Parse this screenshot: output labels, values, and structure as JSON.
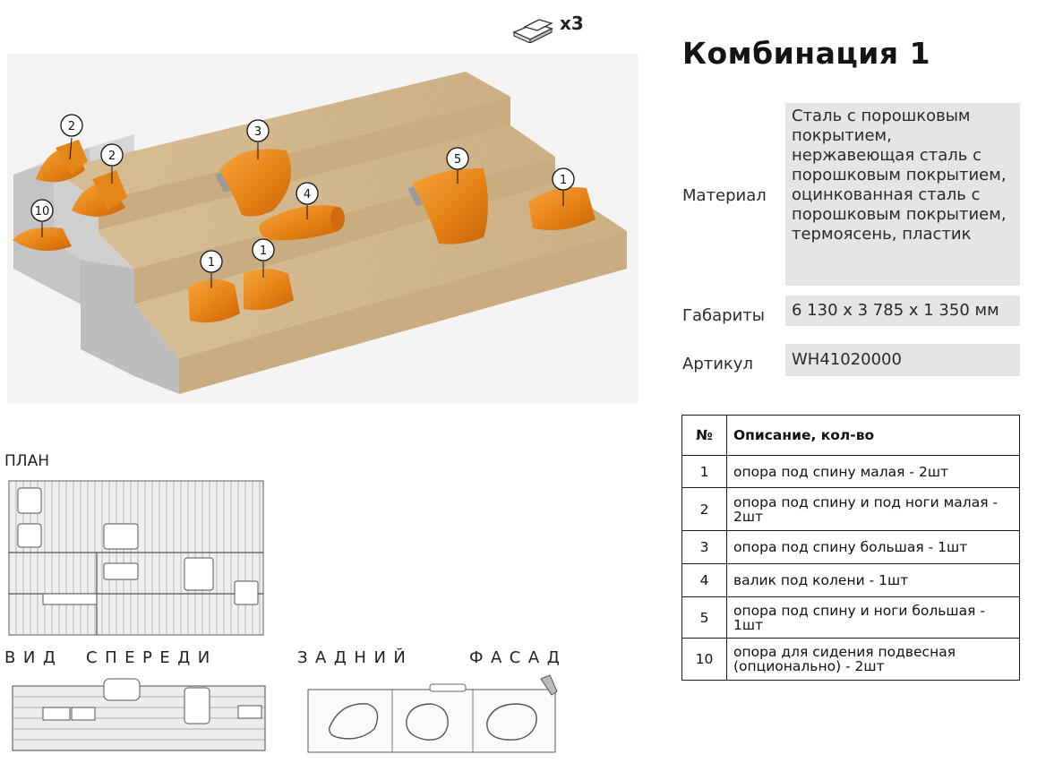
{
  "header": {
    "stair_count": "x3",
    "title": "Комбинация 1"
  },
  "specs": {
    "material_label": "Материал",
    "material_value": "Сталь с порошковым покрытием, нержавеющая сталь с порошковым покрытием, оцинкованная сталь с порошковым покрытием, термоясень, пластик",
    "dimensions_label": "Габариты",
    "dimensions_value": "6 130 х 3 785 х 1 350 мм",
    "article_label": "Артикул",
    "article_value": "WH41020000"
  },
  "callouts": [
    "1",
    "1",
    "1",
    "2",
    "2",
    "3",
    "4",
    "5",
    "10"
  ],
  "parts": {
    "header_num": "№",
    "header_desc": "Описание, кол-во",
    "rows": [
      {
        "num": "1",
        "desc": "опора под спину малая - 2шт"
      },
      {
        "num": "2",
        "desc": "опора под спину и под ноги малая - 2шт"
      },
      {
        "num": "3",
        "desc": "опора под спину большая - 1шт"
      },
      {
        "num": "4",
        "desc": "валик под колени - 1шт"
      },
      {
        "num": "5",
        "desc": "опора под спину и ноги большая - 1шт"
      },
      {
        "num": "10",
        "desc": "опора для сидения подвесная (опционально) - 2шт"
      }
    ]
  },
  "views": {
    "plan": "ПЛАН",
    "front_1": "ВИД",
    "front_2": "СПЕРЕДИ",
    "back_1": "ЗАДНИЙ",
    "back_2": "ФАСАД"
  },
  "colors": {
    "wood": "#d7bc92",
    "wood_dark": "#c2a67a",
    "steel_side": "#c9c9c9",
    "orange": "#e98a1e",
    "value_bg": "#e5e5e5"
  }
}
